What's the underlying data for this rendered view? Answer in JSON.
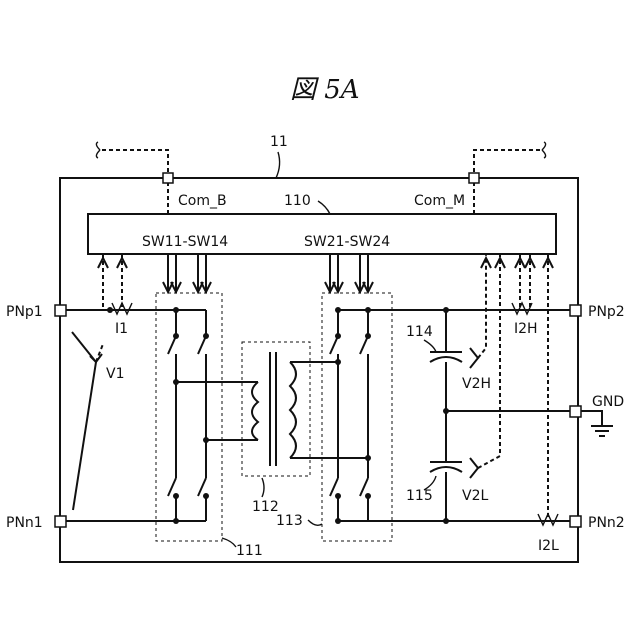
{
  "figure": {
    "title": "図 5A"
  },
  "labels": {
    "ref_11": "11",
    "ref_110": "110",
    "com_b": "Com_B",
    "com_m": "Com_M",
    "sw_group_1": "SW11-SW14",
    "sw_group_2": "SW21-SW24",
    "pnp1": "PNp1",
    "pnn1": "PNn1",
    "pnp2": "PNp2",
    "pnn2": "PNn2",
    "gnd": "GND",
    "i1": "I1",
    "v1": "V1",
    "i2h": "I2H",
    "i2l": "I2L",
    "v2h": "V2H",
    "v2l": "V2L",
    "ref_114": "114",
    "ref_115": "115",
    "ref_111": "111",
    "ref_112": "112",
    "ref_113": "113"
  }
}
